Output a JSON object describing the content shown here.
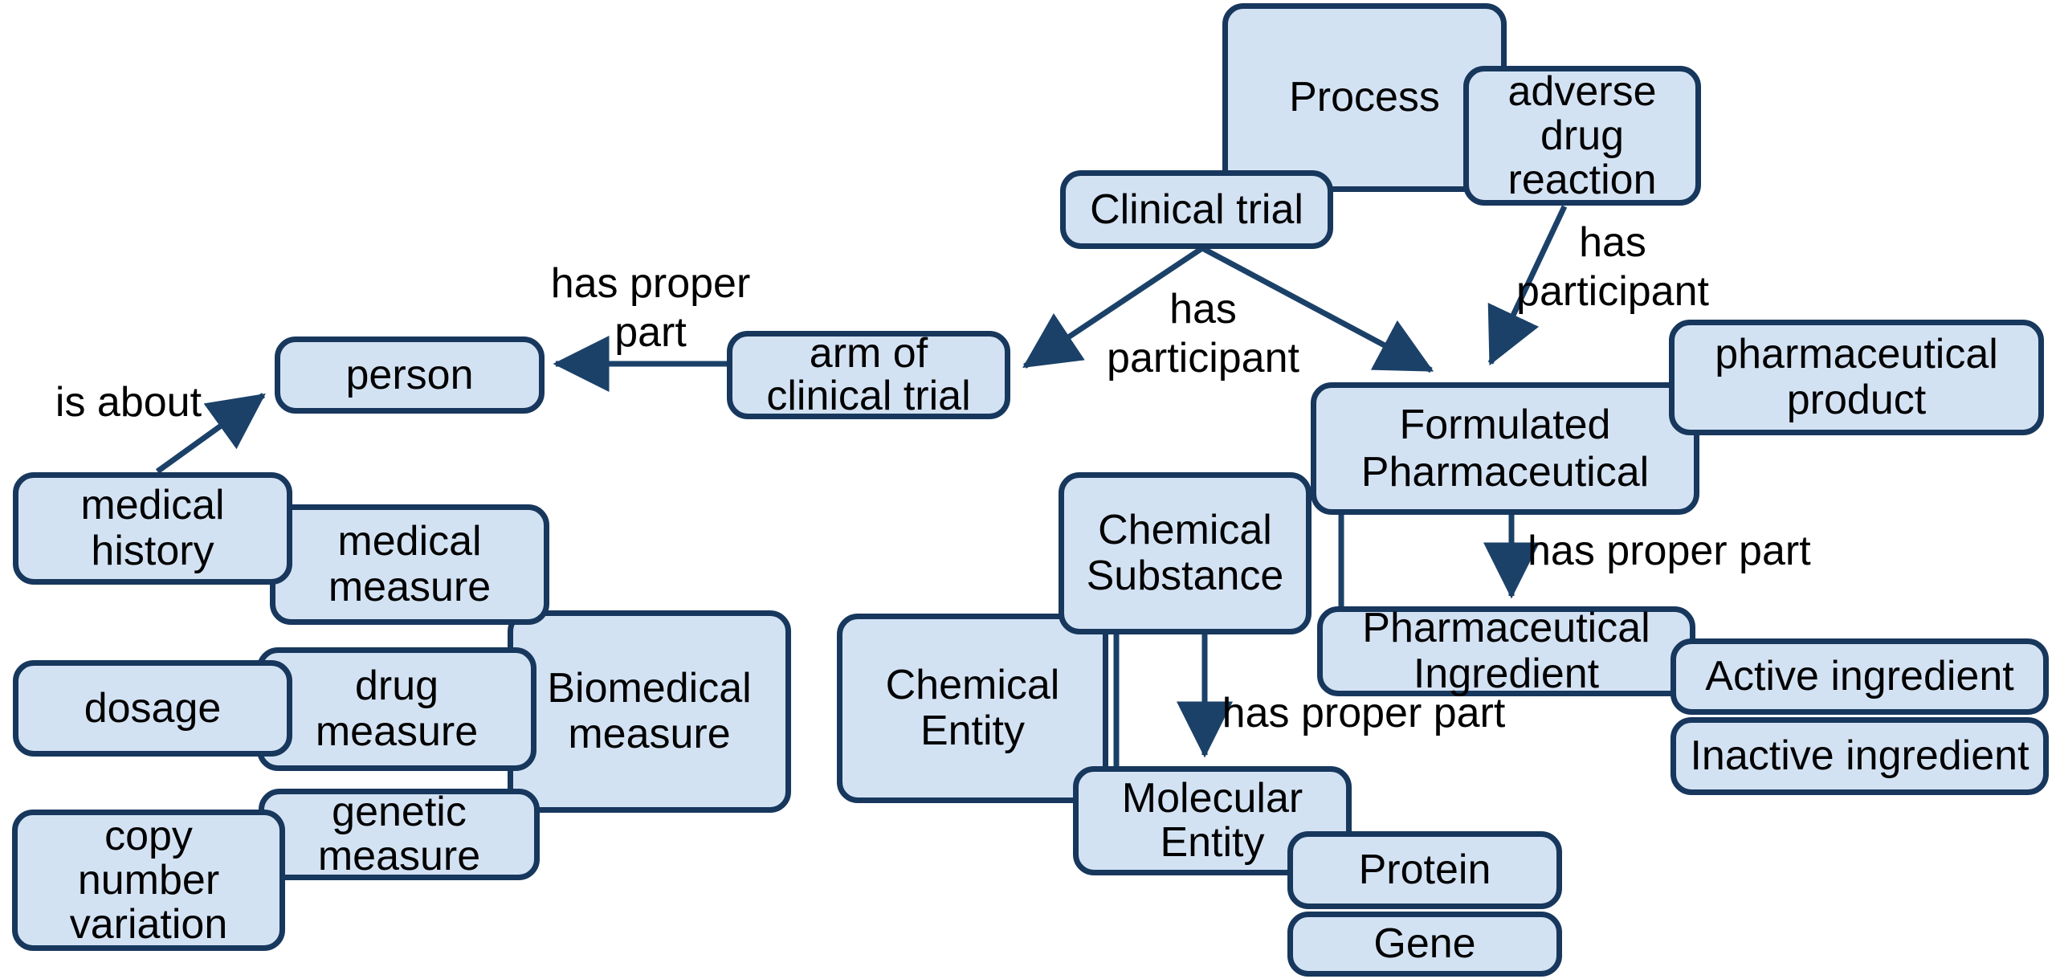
{
  "diagram": {
    "description": "Ontology concept map of clinical trial and pharmaceutical entities",
    "colors": {
      "node_fill": "#d3e2f3",
      "node_border": "#17375d",
      "arrow": "#1b4168",
      "text": "#000000",
      "background": "#ffffff"
    },
    "nodes": {
      "process": {
        "label": "Process"
      },
      "adverse_drug_reaction": {
        "label": "adverse\ndrug\nreaction"
      },
      "clinical_trial": {
        "label": "Clinical trial"
      },
      "arm_of_clinical_trial": {
        "label": "arm of\nclinical trial"
      },
      "person": {
        "label": "person"
      },
      "medical_history": {
        "label": "medical\nhistory"
      },
      "medical_measure": {
        "label": "medical\nmeasure"
      },
      "dosage": {
        "label": "dosage"
      },
      "drug_measure": {
        "label": "drug\nmeasure"
      },
      "biomedical_measure": {
        "label": "Biomedical\nmeasure"
      },
      "genetic_measure": {
        "label": "genetic\nmeasure"
      },
      "copy_number_variation": {
        "label": "copy\nnumber\nvariation"
      },
      "chemical_substance": {
        "label": "Chemical\nSubstance"
      },
      "chemical_entity": {
        "label": "Chemical\nEntity"
      },
      "molecular_entity": {
        "label": "Molecular\nEntity"
      },
      "protein": {
        "label": "Protein"
      },
      "gene": {
        "label": "Gene"
      },
      "formulated_pharmaceutical": {
        "label": "Formulated\nPharmaceutical"
      },
      "pharmaceutical_product": {
        "label": "pharmaceutical\nproduct"
      },
      "pharmaceutical_ingredient": {
        "label": "Pharmaceutical\nIngredient"
      },
      "active_ingredient": {
        "label": "Active ingredient"
      },
      "inactive_ingredient": {
        "label": "Inactive ingredient"
      }
    },
    "edge_labels": {
      "has_proper_part_top": {
        "label": "has proper\npart"
      },
      "is_about": {
        "label": "is about"
      },
      "has_participant_left": {
        "label": "has\nparticipant"
      },
      "has_participant_right": {
        "label": "has\nparticipant"
      },
      "has_proper_part_right": {
        "label": "has proper part"
      },
      "has_proper_part_bottom": {
        "label": "has proper part"
      }
    }
  }
}
